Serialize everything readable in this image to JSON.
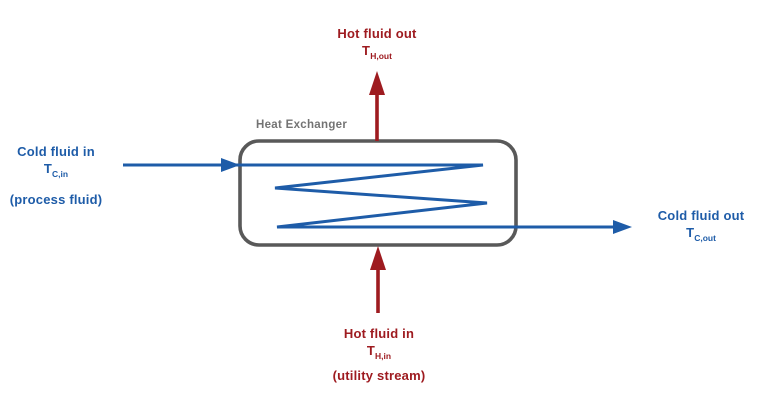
{
  "diagram": {
    "type": "process-flow-diagram",
    "colors": {
      "cold_stream": "#1E5CA8",
      "hot_stream": "#9E1B20",
      "vessel_border": "#595959",
      "vessel_fill": "#FFFFFF",
      "vessel_label": "#737373",
      "background": "#FFFFFF"
    },
    "vessel": {
      "label": "Heat Exchanger"
    },
    "streams": {
      "cold_in": {
        "label": "Cold fluid in",
        "symbol": "T",
        "subscript": "C,in",
        "note": "(process fluid)"
      },
      "cold_out": {
        "label": "Cold fluid out",
        "symbol": "T",
        "subscript": "C,out"
      },
      "hot_out": {
        "label": "Hot fluid out",
        "symbol": "T",
        "subscript": "H,out"
      },
      "hot_in": {
        "label": "Hot fluid in",
        "symbol": "T",
        "subscript": "H,in",
        "note": "(utility stream)"
      }
    }
  }
}
